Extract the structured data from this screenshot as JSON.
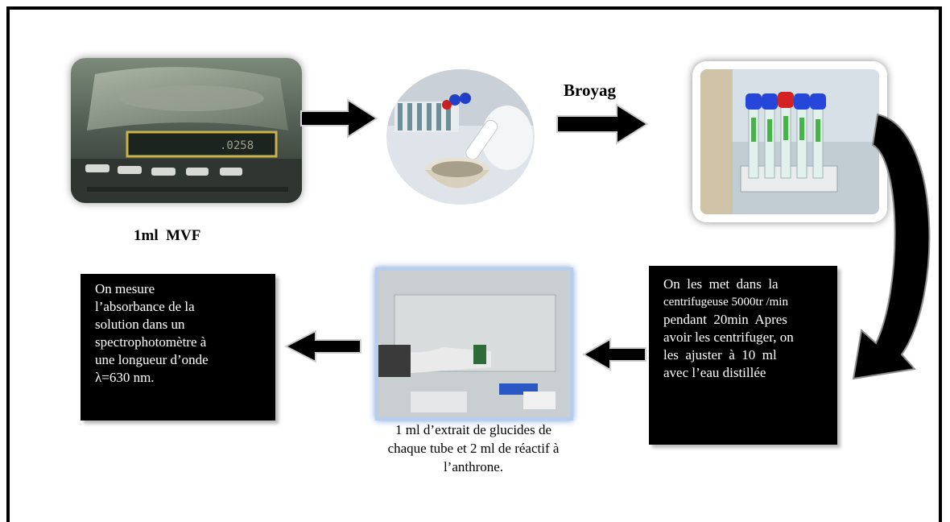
{
  "steps": {
    "weighing": {
      "label": "1ml  MVF"
    },
    "grinding": {
      "label": "Broyag"
    },
    "extract": {
      "label_lines": [
        "1 ml d’extrait de glucides de",
        "chaque tube et 2 ml de réactif  à",
        "l’anthrone."
      ]
    },
    "centrifuge": {
      "lines": [
        "On  les  met  dans  la",
        "centrifugeuse 5000tr /min",
        "pendant  20min  Apres",
        "avoir les centrifuger, on",
        "les  ajuster  à  10  ml",
        "avec l’eau distillée"
      ]
    },
    "measure": {
      "lines": [
        "On mesure",
        "l’absorbance de la",
        "solution dans un",
        "spectrophotomètre à",
        "une longueur d’onde",
        "λ=630 nm."
      ]
    }
  },
  "colors": {
    "box_bg": "#000000",
    "box_text": "#ffffff",
    "arrow": "#000000"
  }
}
